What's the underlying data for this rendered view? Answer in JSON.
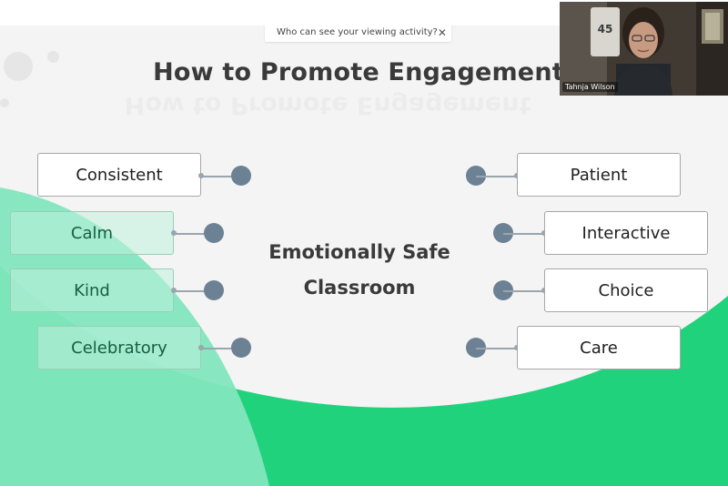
{
  "meeting": {
    "viewing_activity_label": "Who can see your viewing activity?",
    "close_glyph": "✕"
  },
  "slide": {
    "title": "How to Promote Engagement",
    "center_text": [
      "Emotionally Safe",
      "Classroom"
    ],
    "left_items": [
      {
        "label": "Consistent"
      },
      {
        "label": "Calm"
      },
      {
        "label": "Kind"
      },
      {
        "label": "Celebratory"
      }
    ],
    "right_items": [
      {
        "label": "Patient"
      },
      {
        "label": "Interactive"
      },
      {
        "label": "Choice"
      },
      {
        "label": "Care"
      }
    ]
  },
  "webcam": {
    "participant_name": "Tahnja Wilson",
    "jersey_number": "45"
  },
  "colors": {
    "accent_green": "#21d27c",
    "light_green": "#82e6bd",
    "node_blue_gray": "#6c8194",
    "connector_gray": "#9aa5ad"
  }
}
